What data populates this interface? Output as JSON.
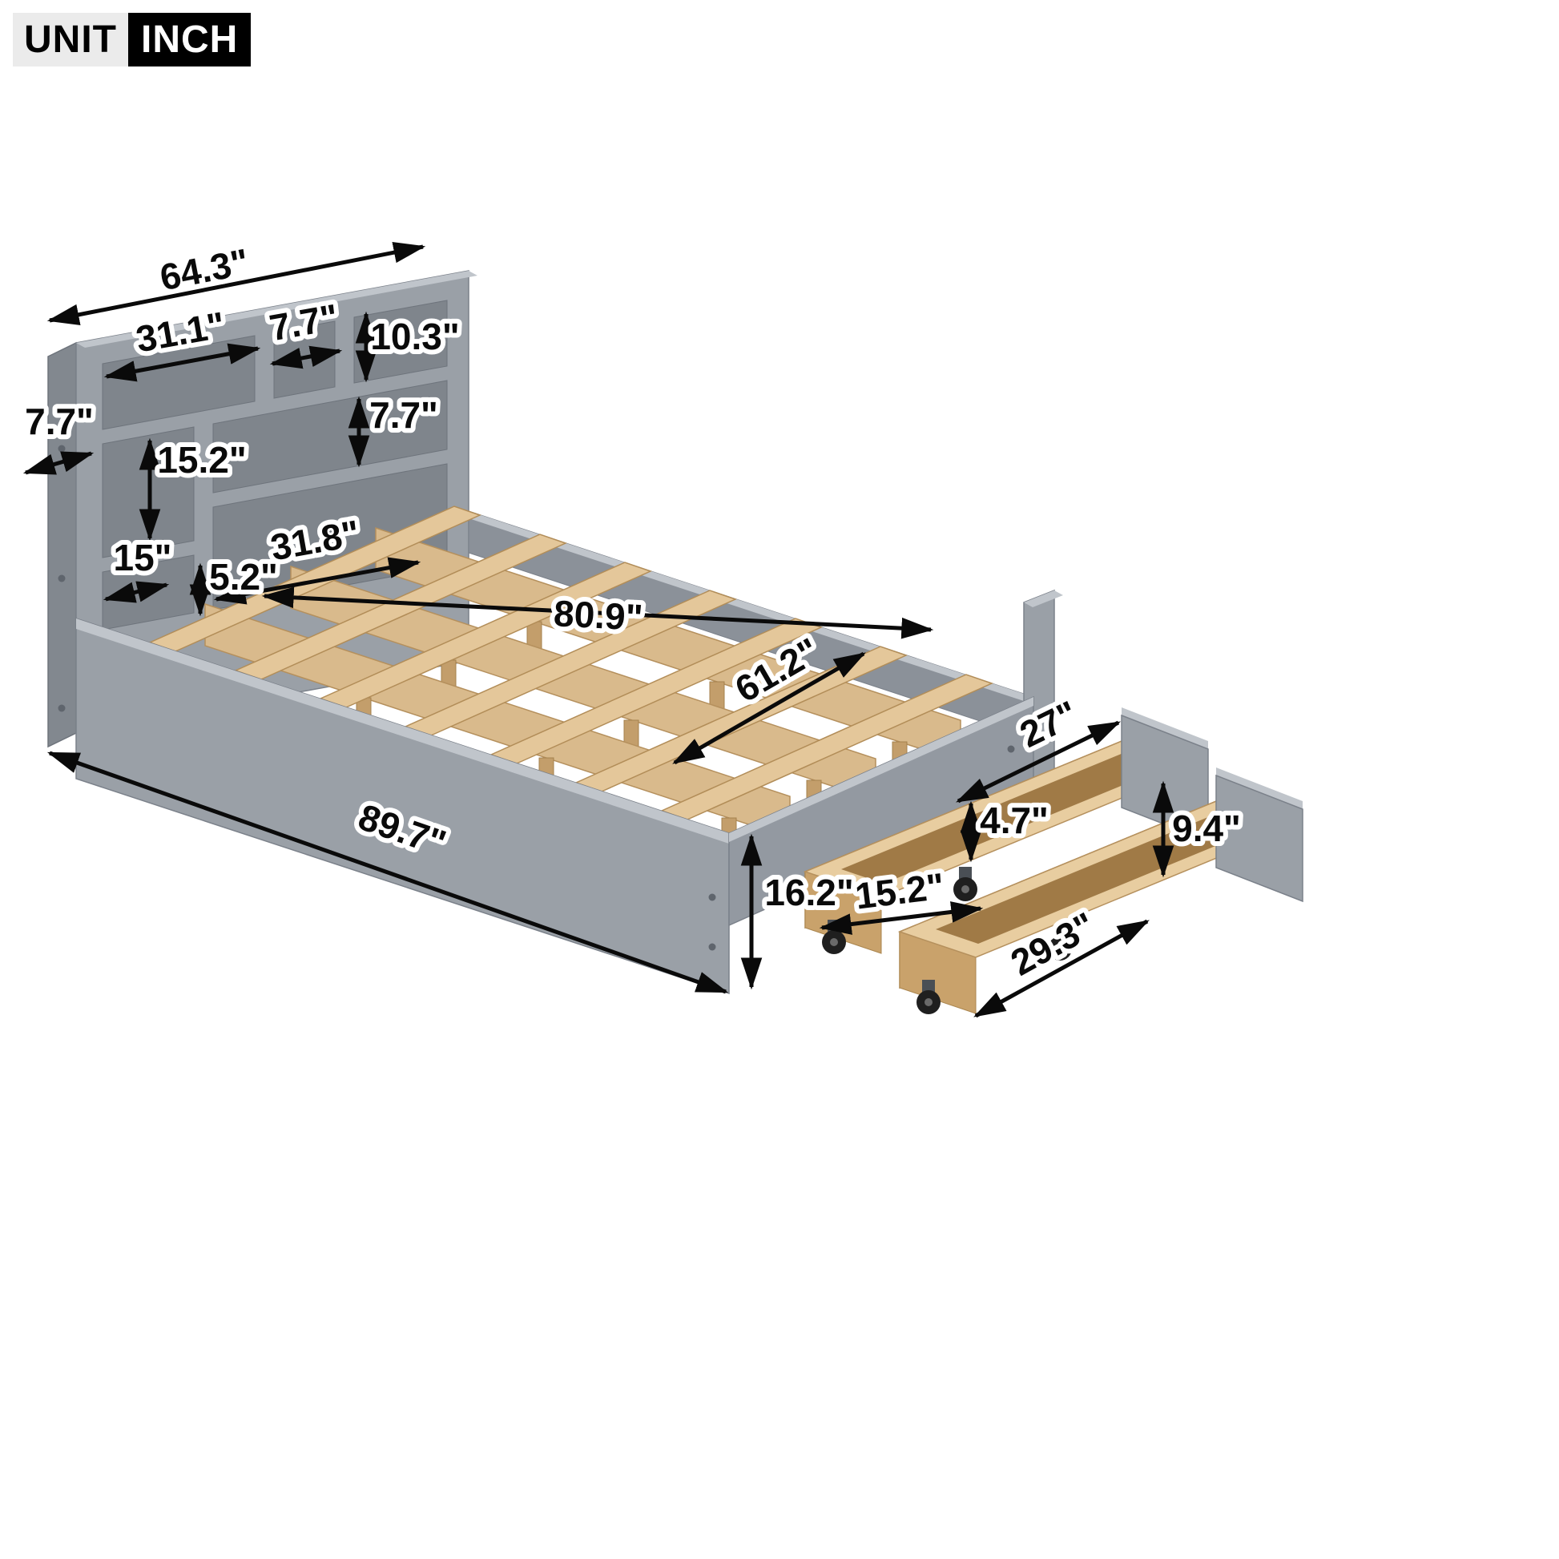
{
  "badge": {
    "unit": "UNIT",
    "inch": "INCH"
  },
  "dimensions": {
    "headboard_width": "64.3\"",
    "top_shelf_left_width": "31.1\"",
    "top_shelf_mid_width": "7.7\"",
    "top_shelf_height": "10.3\"",
    "headboard_depth": "7.7\"",
    "mid_shelf_height": "15.2\"",
    "right_cubby_height": "7.7\"",
    "bottom_shelf_width": "31.8\"",
    "bottom_left_cubby_width": "15\"",
    "slat_frame_thickness": "5.2\"",
    "interior_length": "80.9\"",
    "interior_width": "61.2\"",
    "overall_length": "89.7\"",
    "side_rail_height": "16.2\"",
    "drawer_length": "27\"",
    "drawer_side_height": "4.7\"",
    "drawer_front_height": "9.4\"",
    "drawer_inner_width": "15.2\"",
    "drawer_overall_length": "29.3\""
  },
  "colors": {
    "frame_gray": "#9aa0a7",
    "wood": "#e4c79a",
    "annotation": "#0a0a0a",
    "badge_bg": "#000000"
  }
}
